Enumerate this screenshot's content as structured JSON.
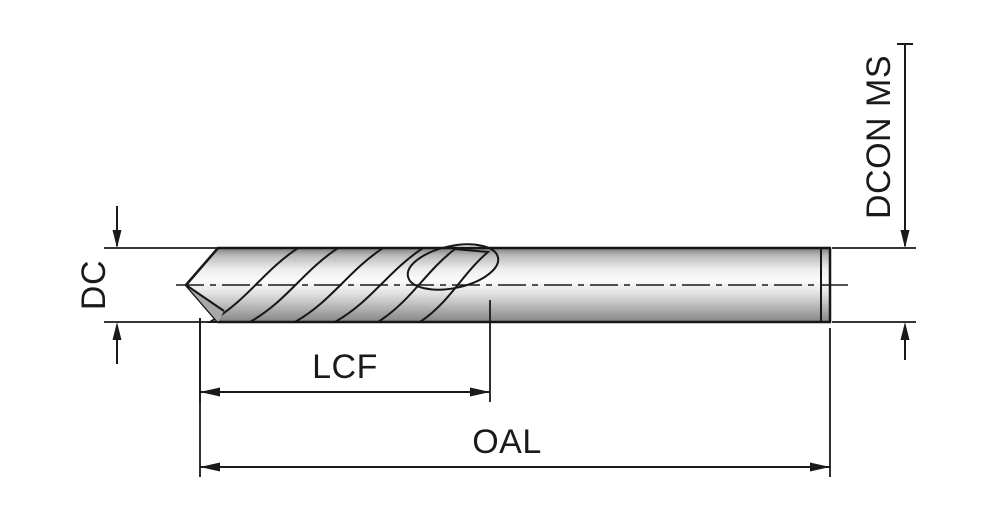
{
  "diagram": {
    "labels": {
      "dc": "DC",
      "lcf": "LCF",
      "oal": "OAL",
      "dcon_ms": "DCON MS"
    },
    "colors": {
      "line": "#1a1a1a",
      "background": "#ffffff",
      "metal_highlight": "#fbfbfb",
      "metal_mid": "#d6d6d6",
      "metal_shadow": "#858585",
      "flute_dark": "#4f4f4f"
    }
  }
}
